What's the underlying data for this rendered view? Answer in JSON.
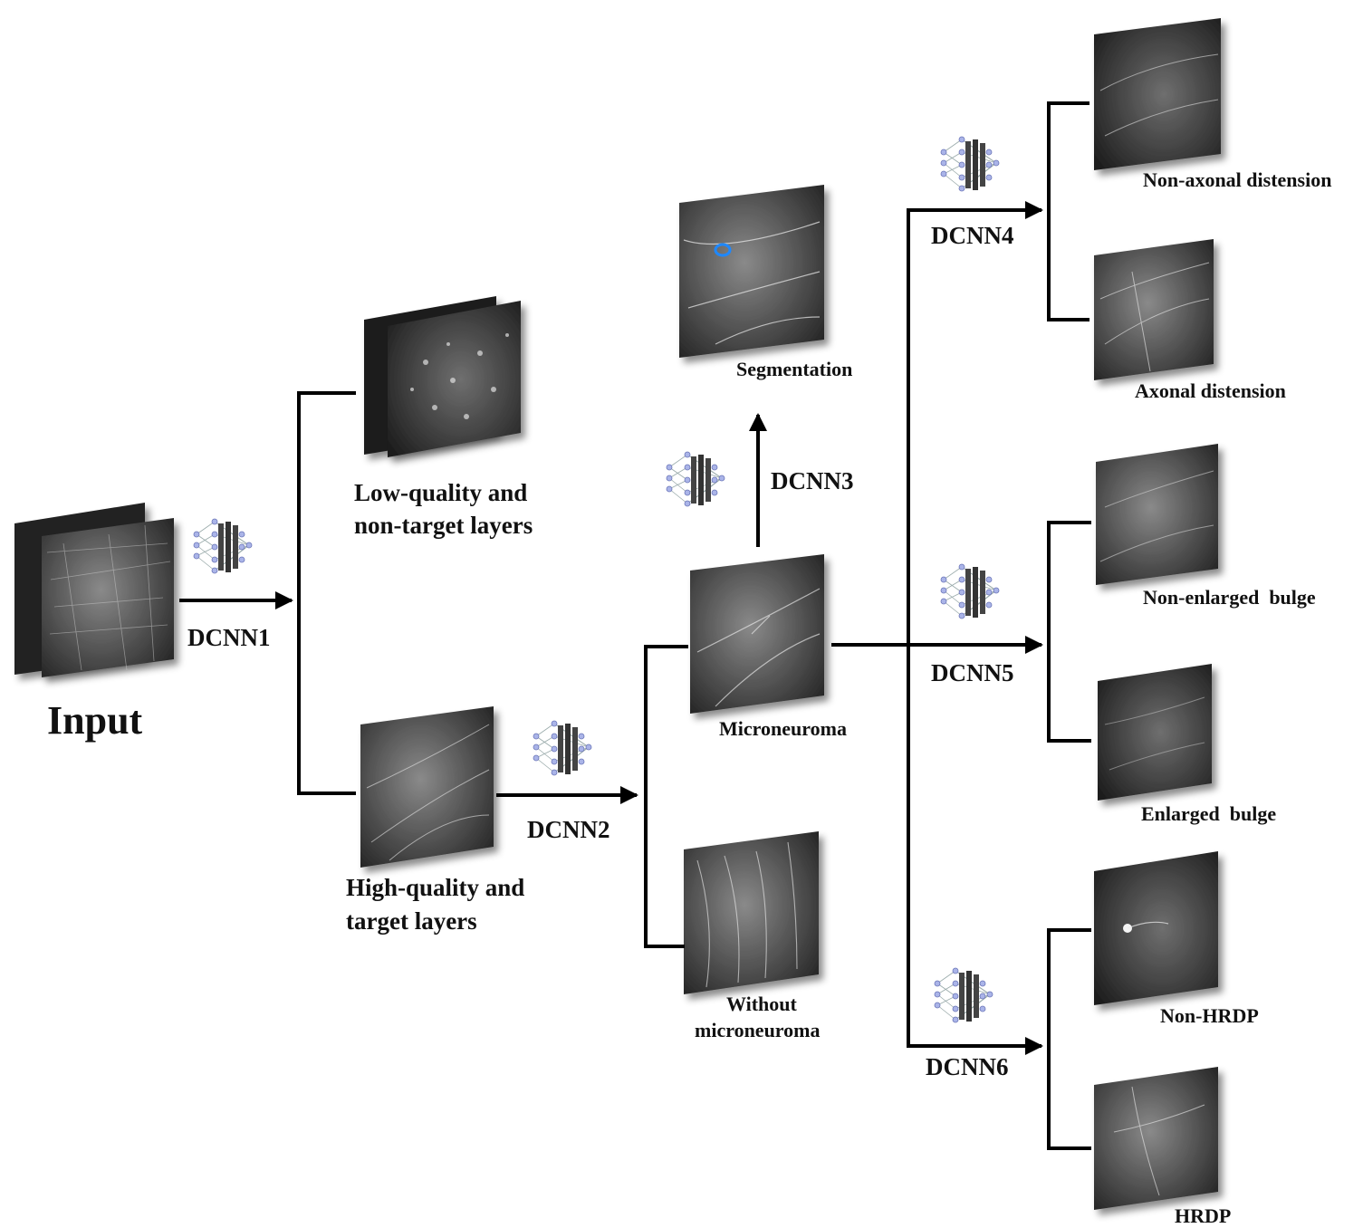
{
  "input": {
    "label": "Input"
  },
  "dcnn": {
    "d1": "DCNN1",
    "d2": "DCNN2",
    "d3": "DCNN3",
    "d4": "DCNN4",
    "d5": "DCNN5",
    "d6": "DCNN6"
  },
  "layers": {
    "low_line1": "Low-quality and",
    "low_line2": "non-target layers",
    "high_line1": "High-quality and",
    "high_line2": "target layers"
  },
  "microneuroma": {
    "with": "Microneuroma",
    "without_line1": "Without",
    "without_line2": "microneuroma",
    "segmentation": "Segmentation"
  },
  "outcomes": {
    "non_axonal": "Non-axonal distension",
    "axonal": "Axonal distension",
    "non_enlarged": "Non-enlarged  bulge",
    "enlarged": "Enlarged  bulge",
    "non_hrdp": "Non-HRDP",
    "hrdp": "HRDP"
  },
  "colors": {
    "arrow": "#000000",
    "image_dark": "#2a2a2a",
    "image_light": "#9a9a9a",
    "segmentation_marker": "#1e88ff"
  },
  "icons": [
    "neural-network-icon"
  ]
}
